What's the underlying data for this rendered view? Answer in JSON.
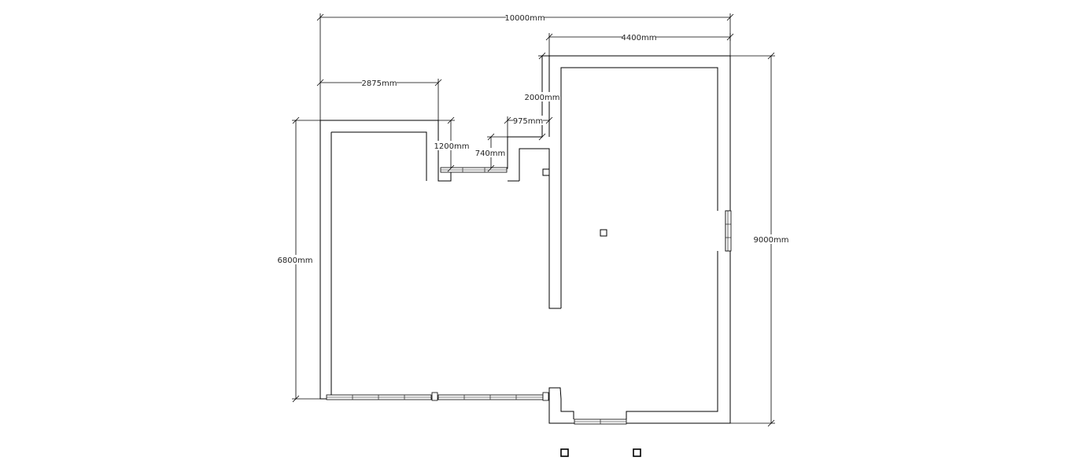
{
  "floor_plan": {
    "dimensions": {
      "overall_width": "10000mm",
      "right_block_width": "4400mm",
      "left_block_width": "2875mm",
      "upper_step_height": "2000mm",
      "corridor_width": "975mm",
      "notch_depth": "1200mm",
      "window_recess_depth": "740mm",
      "left_height": "6800mm",
      "overall_height": "9000mm"
    }
  }
}
